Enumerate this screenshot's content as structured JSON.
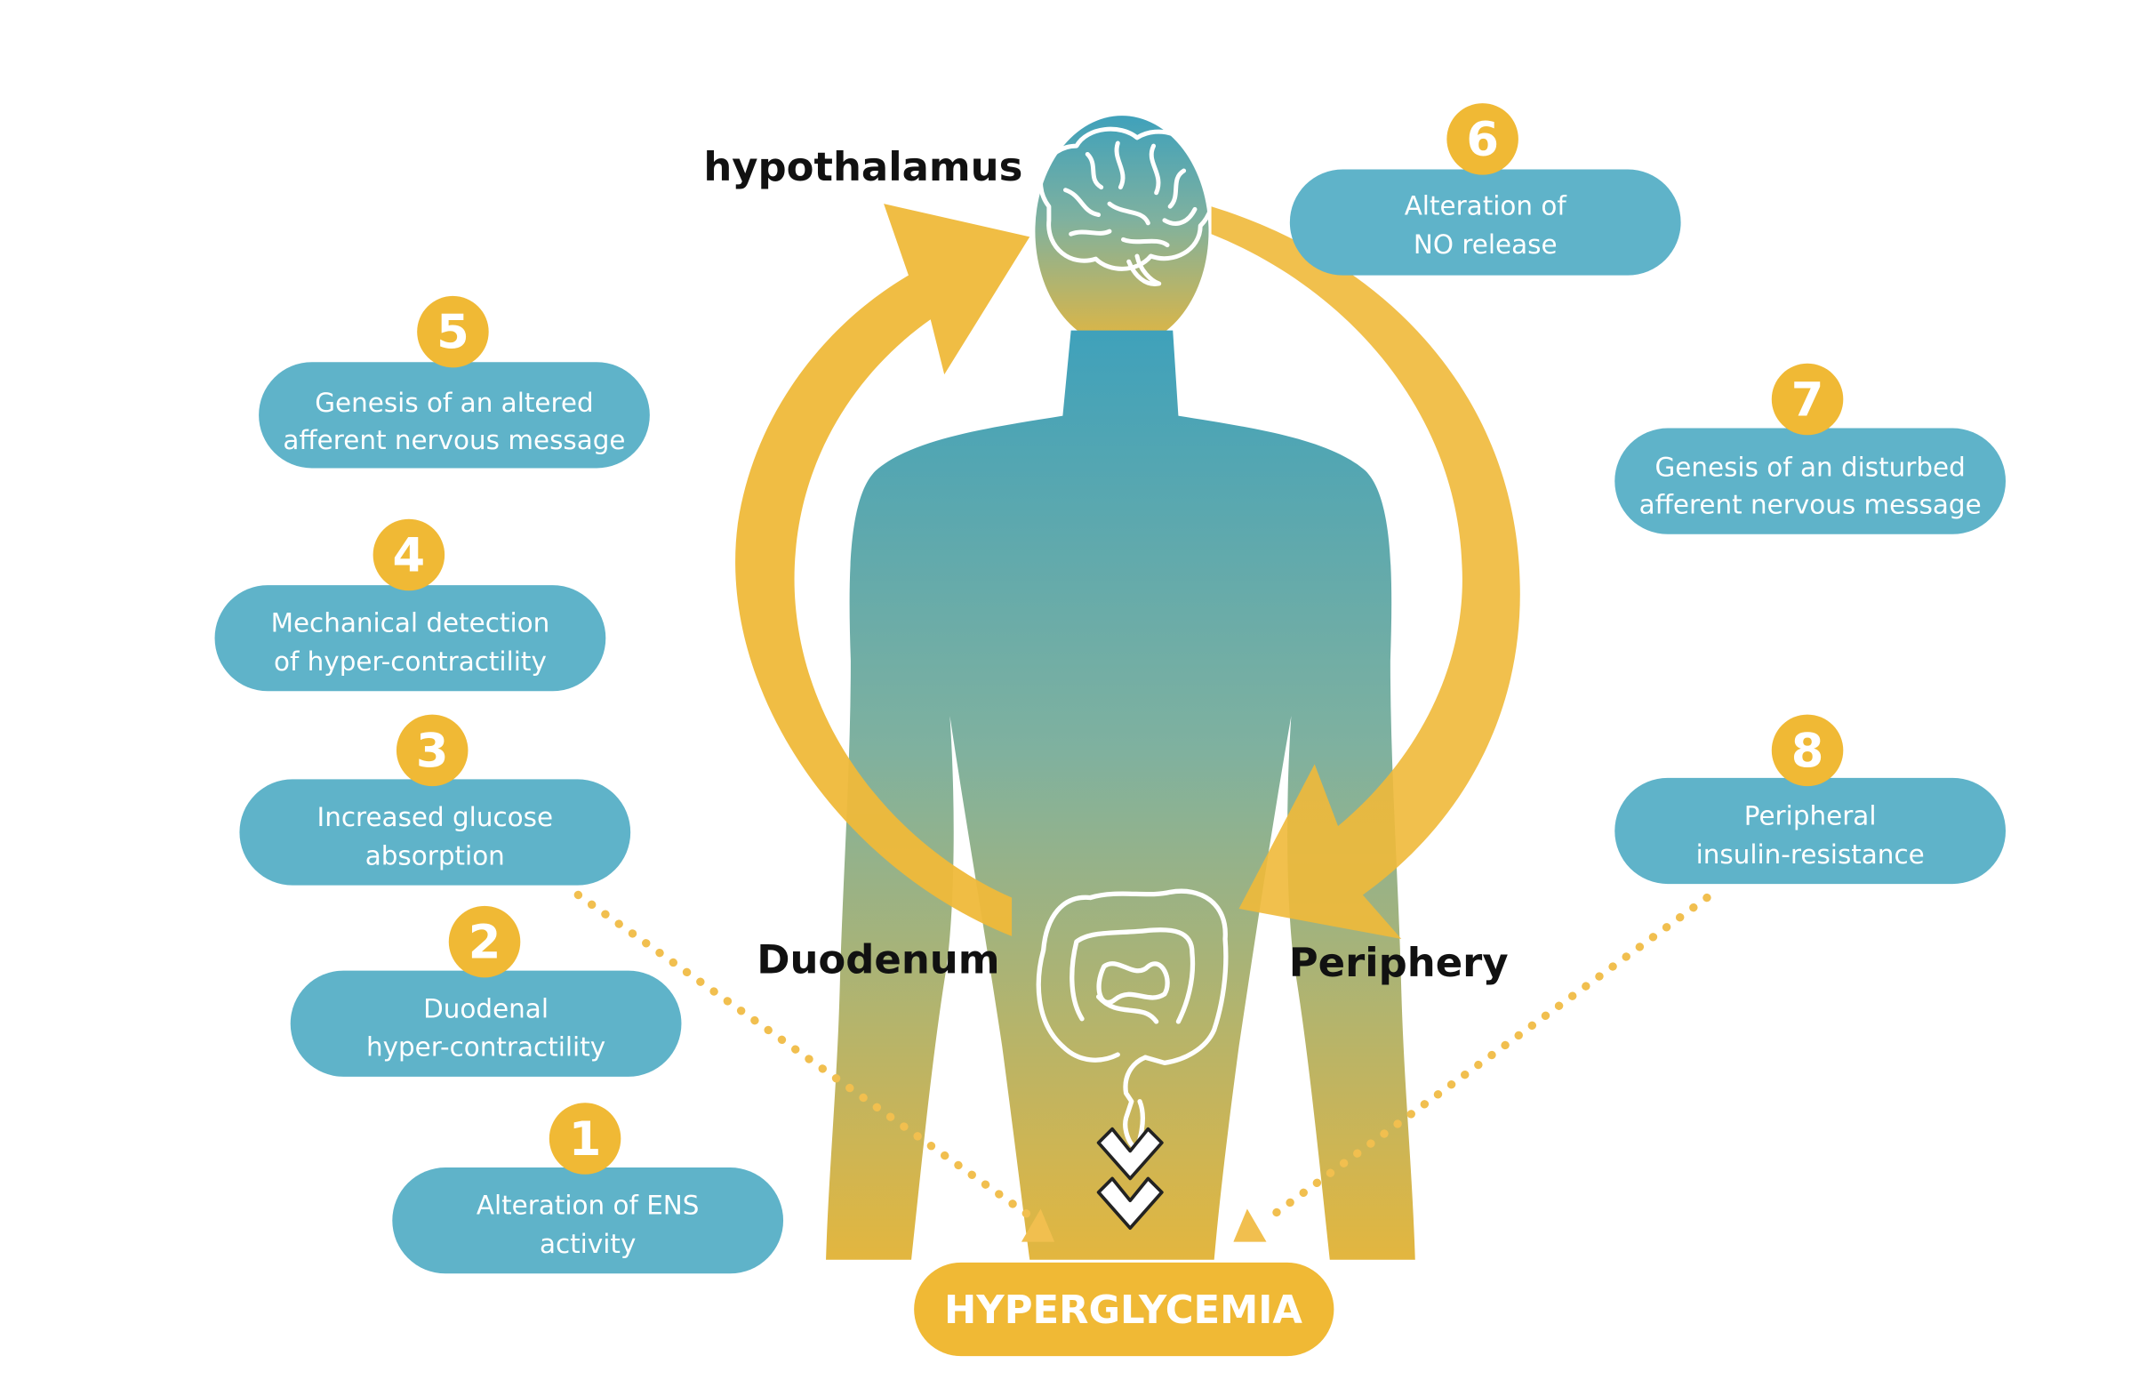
{
  "labels": {
    "hypothalamus": "hypothalamus",
    "duodenum": "Duodenum",
    "periphery": "Periphery"
  },
  "result": "HYPERGLYCEMIA",
  "steps": [
    {
      "number": "1",
      "line1": "Alteration of ENS",
      "line2": "activity"
    },
    {
      "number": "2",
      "line1": "Duodenal",
      "line2": "hyper-contractility"
    },
    {
      "number": "3",
      "line1": "Increased glucose",
      "line2": "absorption"
    },
    {
      "number": "4",
      "line1": "Mechanical detection",
      "line2": "of hyper-contractility"
    },
    {
      "number": "5",
      "line1": "Genesis of an altered",
      "line2": "afferent nervous message"
    },
    {
      "number": "6",
      "line1": "Alteration of",
      "line2": "NO release"
    },
    {
      "number": "7",
      "line1": "Genesis of an disturbed",
      "line2": "afferent nervous message"
    },
    {
      "number": "8",
      "line1": "Peripheral",
      "line2": "insulin-resistance"
    }
  ],
  "colors": {
    "pill": "#5fb3c9",
    "badge": "#f0b935",
    "arrow": "#efb93a",
    "dots": "#f1bf4f",
    "body_top": "#3fa1bb",
    "body_bottom": "#e3b63f"
  },
  "icons": [
    "brain-icon",
    "intestine-icon",
    "chevron-down-icon"
  ]
}
